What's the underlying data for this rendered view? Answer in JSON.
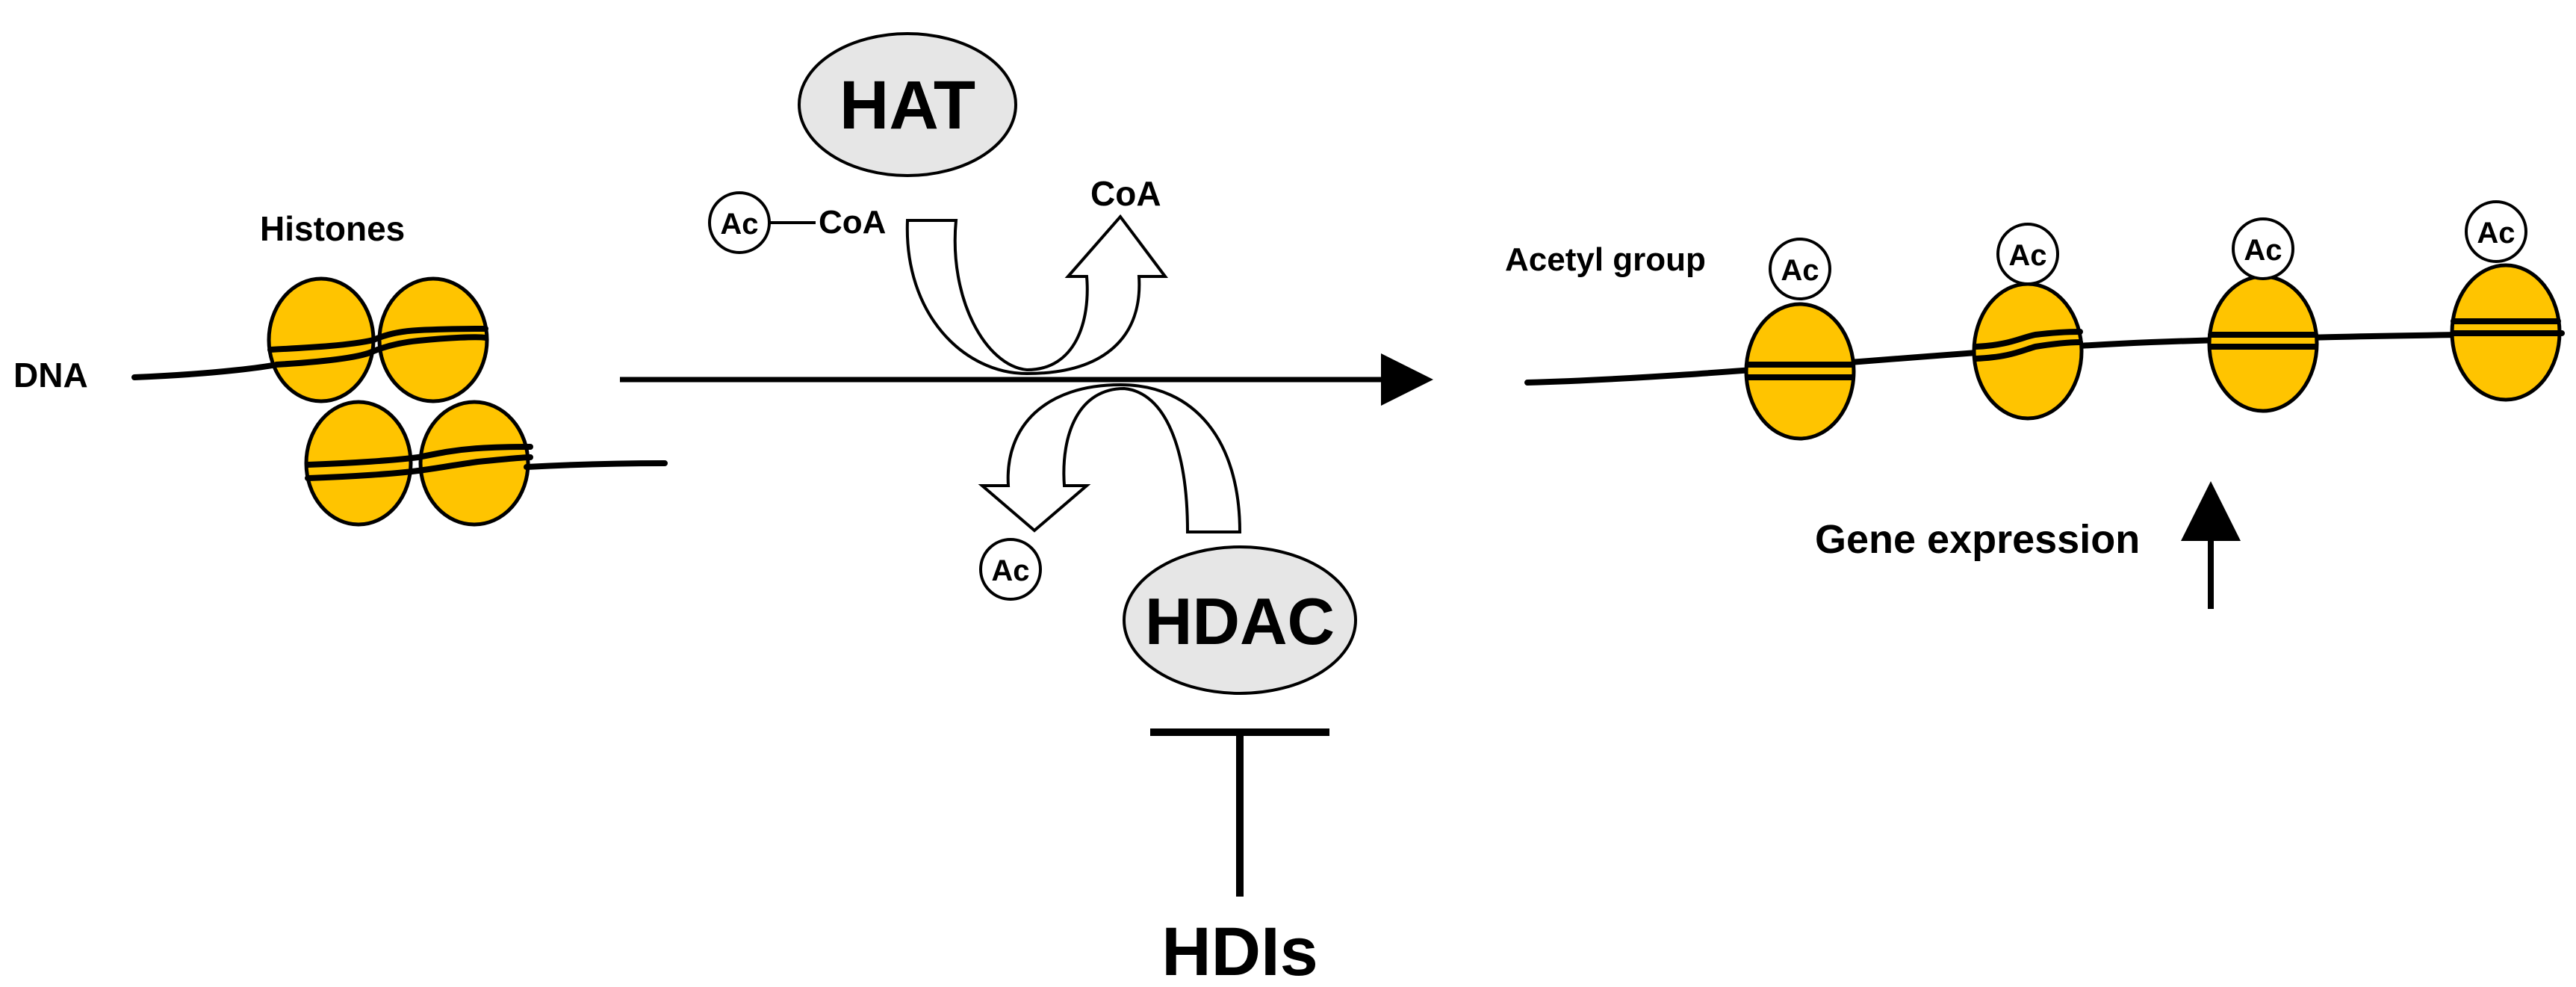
{
  "labels": {
    "dna": "DNA",
    "histones": "Histones",
    "hat": "HAT",
    "hdac": "HDAC",
    "hdis": "HDIs",
    "ac": "Ac",
    "coa_donor": "CoA",
    "coa_released": "CoA",
    "acetyl_group": "Acetyl group",
    "gene_expression": "Gene expression"
  },
  "colors": {
    "histone_fill": "#FFC400",
    "enzyme_fill": "#E6E6E6",
    "line": "#000000"
  }
}
